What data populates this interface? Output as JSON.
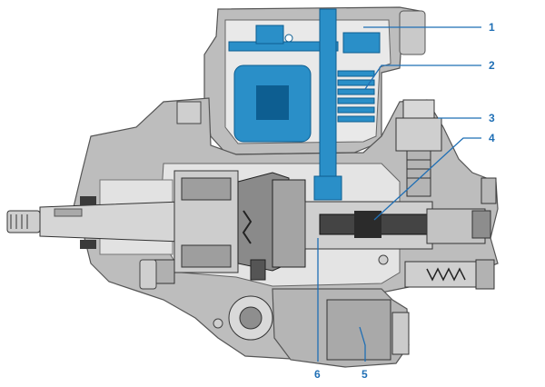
{
  "colors": {
    "background": "#ffffff",
    "casing": "#bdbdbd",
    "casing_dark": "#8f8f8f",
    "section": "#e9e9e9",
    "metal_light": "#cfcfcf",
    "metal_dark": "#3a3a3a",
    "highlight_blue": "#2a8fc8",
    "highlight_blue_dark": "#0d5e91",
    "callout": "#1f6fb5"
  },
  "callouts": [
    {
      "id": "1",
      "label": "1"
    },
    {
      "id": "2",
      "label": "2"
    },
    {
      "id": "3",
      "label": "3"
    },
    {
      "id": "4",
      "label": "4"
    },
    {
      "id": "5",
      "label": "5"
    },
    {
      "id": "6",
      "label": "6"
    }
  ]
}
